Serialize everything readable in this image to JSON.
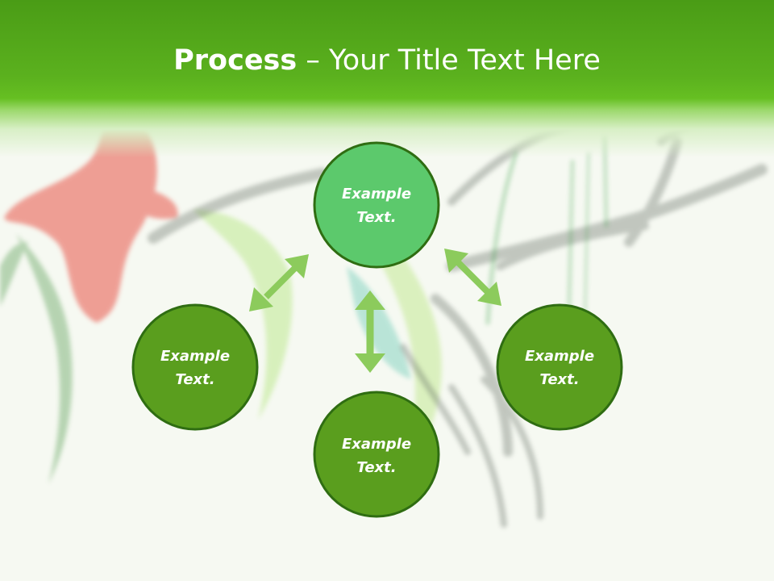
{
  "slide": {
    "title_bold": "Process",
    "title_rest": " – Your Title Text Here"
  },
  "diagram": {
    "nodes": [
      {
        "id": "top",
        "line1": "Example",
        "line2": "Text."
      },
      {
        "id": "left",
        "line1": "Example",
        "line2": "Text."
      },
      {
        "id": "bottom",
        "line1": "Example",
        "line2": "Text."
      },
      {
        "id": "right",
        "line1": "Example",
        "line2": "Text."
      }
    ]
  },
  "colors": {
    "header_green": "#5bb11e",
    "node_fill_dark": "#5a9e1e",
    "node_fill_highlight": "#5cc96c",
    "node_border": "#2f6d12",
    "arrow": "#8ccb5c"
  }
}
